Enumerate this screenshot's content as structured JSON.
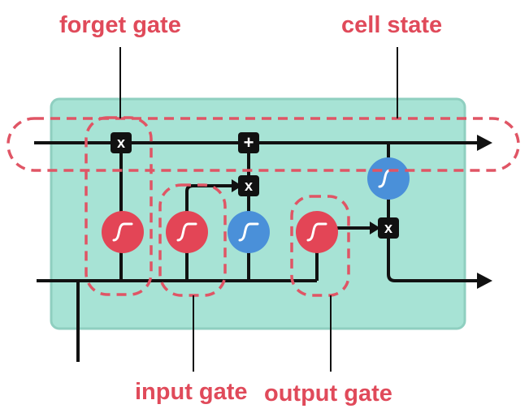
{
  "labels": {
    "forget_gate": "forget gate",
    "cell_state": "cell state",
    "input_gate": "input gate",
    "output_gate": "output gate"
  },
  "operators": {
    "multiply": "x",
    "add": "+"
  },
  "colors": {
    "cell_box": "#a7e3d5",
    "cell_box_border": "#8fcfc0",
    "sigmoid_gate": "#e34556",
    "tanh_gate": "#4a90d9",
    "label_red": "#e04a5a",
    "dashed_outline": "#e05565",
    "line": "#111111"
  },
  "icons": {
    "sigmoid": "sigmoid-curve-icon",
    "tanh": "tanh-curve-icon"
  }
}
